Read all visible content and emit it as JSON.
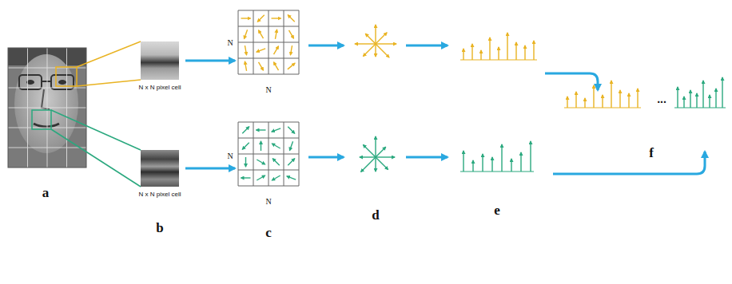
{
  "diagram": {
    "nodes": [
      {
        "text": [
          "N x N pixel cell"
        ]
      },
      {
        "text": [
          "N",
          "N"
        ]
      },
      {
        "text": [
          "N x N pixel cell"
        ]
      },
      {
        "text": [
          "N",
          "N"
        ]
      }
    ],
    "edges": [
      {
        "from": 0,
        "to": 1,
        "arrow": "to"
      },
      {
        "from": 2,
        "to": 3,
        "arrow": "to"
      }
    ],
    "labels": [
      "a",
      "b",
      "c",
      "d",
      "e",
      "...",
      "f"
    ]
  }
}
